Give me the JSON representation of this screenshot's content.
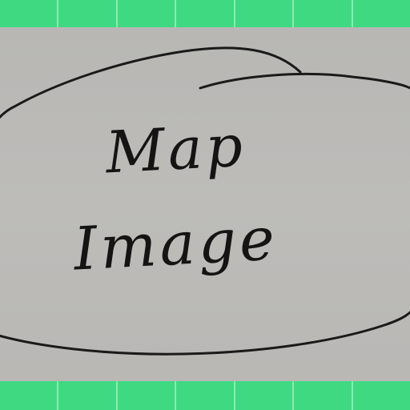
{
  "sketch": {
    "line1": "Map",
    "line2": "Image"
  },
  "colors": {
    "strip": "#3fd981",
    "strip_divider": "#8ee9b6",
    "paper": "#bab9b6",
    "ink": "#1a1a1a"
  },
  "strips": {
    "top_cells": 7,
    "bottom_cells": 7
  }
}
